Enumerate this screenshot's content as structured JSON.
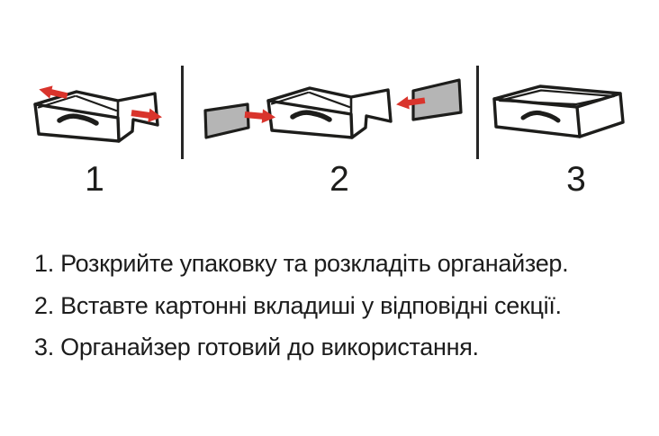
{
  "steps": [
    {
      "label": "1",
      "illustration": "open-organizer-unfold-arrows"
    },
    {
      "label": "2",
      "illustration": "insert-cardboard-panels"
    },
    {
      "label": "3",
      "illustration": "assembled-organizer"
    }
  ],
  "instructions": [
    "1. Розкрийте упаковку та розкладіть органайзер.",
    "2. Вставте картонні вкладиші у відповідні секції.",
    "3. Органайзер готовий до використання."
  ],
  "colors": {
    "background": "#ffffff",
    "line": "#1d1d1b",
    "arrow_red": "#d9342c",
    "insert_gray": "#b5b5b5",
    "text": "#1c1c1c"
  }
}
